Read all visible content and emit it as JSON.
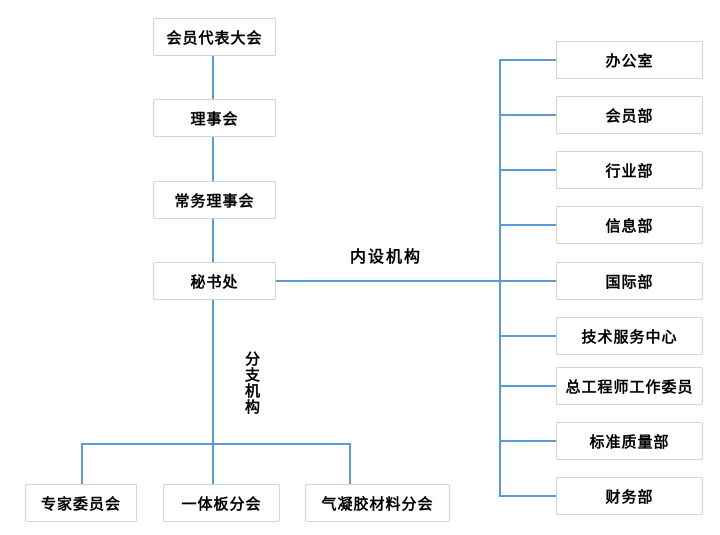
{
  "diagram": {
    "type": "org-tree",
    "colors": {
      "connector_line": "#5b9bd5",
      "box_border": "#d4d4d4",
      "box_background": "#ffffff",
      "text": "#000000"
    },
    "main_chain": [
      "会员代表大会",
      "理事会",
      "常务理事会",
      "秘书处"
    ],
    "internal_group_label": "内设机构",
    "internal_departments": [
      "办公室",
      "会员部",
      "行业部",
      "信息部",
      "国际部",
      "技术服务中心",
      "总工程师工作委员",
      "标准质量部",
      "财务部"
    ],
    "branch_group_label": "分支机构",
    "branches": [
      "专家委员会",
      "一体板分会",
      "气凝胶材料分会"
    ]
  }
}
